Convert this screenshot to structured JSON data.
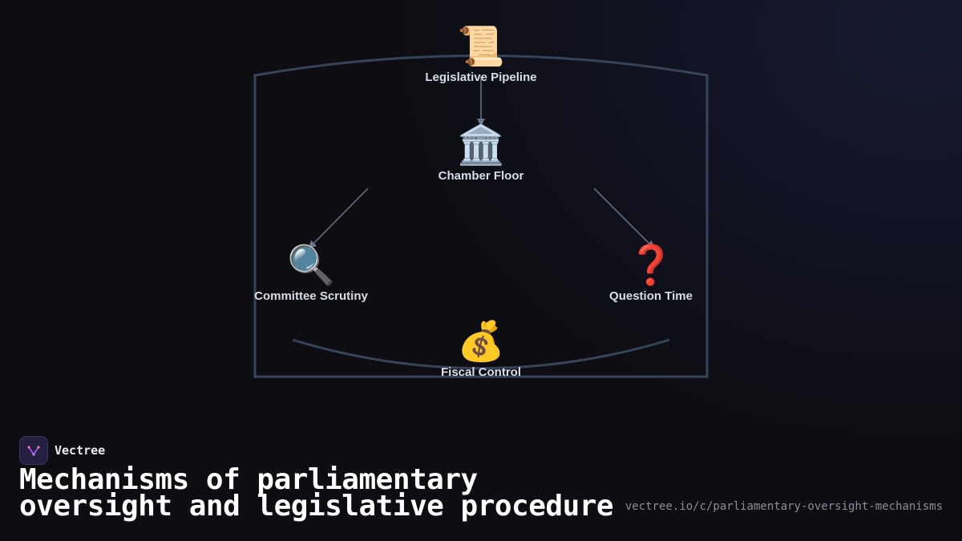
{
  "diagram": {
    "nodes": [
      {
        "id": "legislative",
        "emoji": "📜",
        "label": "Legislative Pipeline"
      },
      {
        "id": "chamber",
        "emoji": "🏛️",
        "label": "Chamber Floor"
      },
      {
        "id": "committee",
        "emoji": "🔍",
        "label": "Committee Scrutiny"
      },
      {
        "id": "question",
        "emoji": "❓",
        "label": "Question Time"
      },
      {
        "id": "fiscal",
        "emoji": "💰",
        "label": "Fiscal Control"
      }
    ],
    "edges": [
      {
        "from": "legislative",
        "to": "chamber"
      },
      {
        "from": "chamber",
        "to": "committee"
      },
      {
        "from": "chamber",
        "to": "question"
      }
    ],
    "colors": {
      "frame": "#36445a",
      "arrow": "#6b7688"
    }
  },
  "brand": {
    "name": "Vectree",
    "logo_icon": "vectree-logo-icon"
  },
  "title": "Mechanisms of parliamentary oversight and legislative procedure",
  "url": "vectree.io/c/parliamentary-oversight-mechanisms"
}
